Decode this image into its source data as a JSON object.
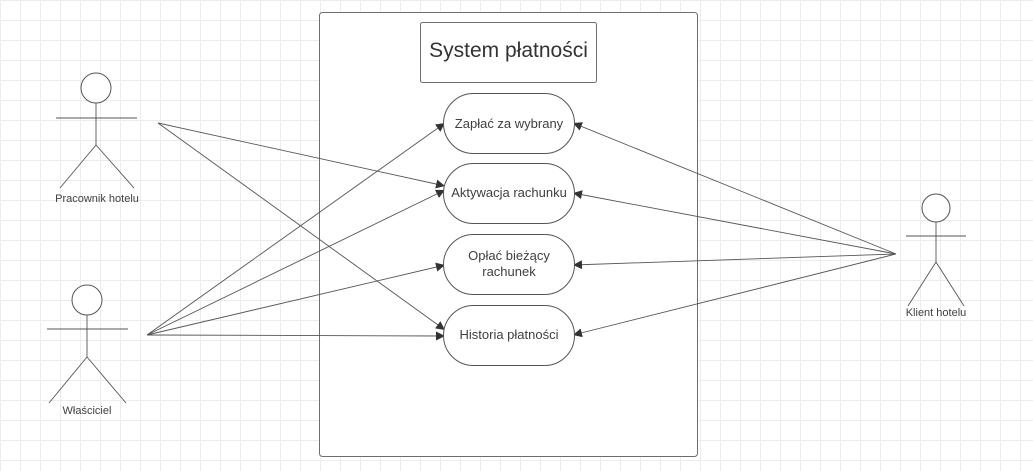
{
  "system": {
    "title": "System płatności"
  },
  "use_cases": [
    {
      "id": "uc1",
      "lines": [
        "Zapłać za wybrany"
      ]
    },
    {
      "id": "uc2",
      "lines": [
        "Aktywacja rachunku"
      ]
    },
    {
      "id": "uc3",
      "lines": [
        "Opłać bieżący",
        "rachunek"
      ]
    },
    {
      "id": "uc4",
      "lines": [
        "Historia płatności"
      ]
    }
  ],
  "actors": [
    {
      "id": "a1",
      "name": "Pracownik hotelu"
    },
    {
      "id": "a2",
      "name": "Właściciel"
    },
    {
      "id": "a3",
      "name": "Klient hotelu"
    }
  ],
  "associations": [
    {
      "from": "a1",
      "to": "uc2"
    },
    {
      "from": "a1",
      "to": "uc4"
    },
    {
      "from": "a2",
      "to": "uc1"
    },
    {
      "from": "a2",
      "to": "uc2"
    },
    {
      "from": "a2",
      "to": "uc3"
    },
    {
      "from": "a2",
      "to": "uc4"
    },
    {
      "from": "a3",
      "to": "uc1"
    },
    {
      "from": "a3",
      "to": "uc2"
    },
    {
      "from": "a3",
      "to": "uc3"
    },
    {
      "from": "a3",
      "to": "uc4"
    }
  ]
}
